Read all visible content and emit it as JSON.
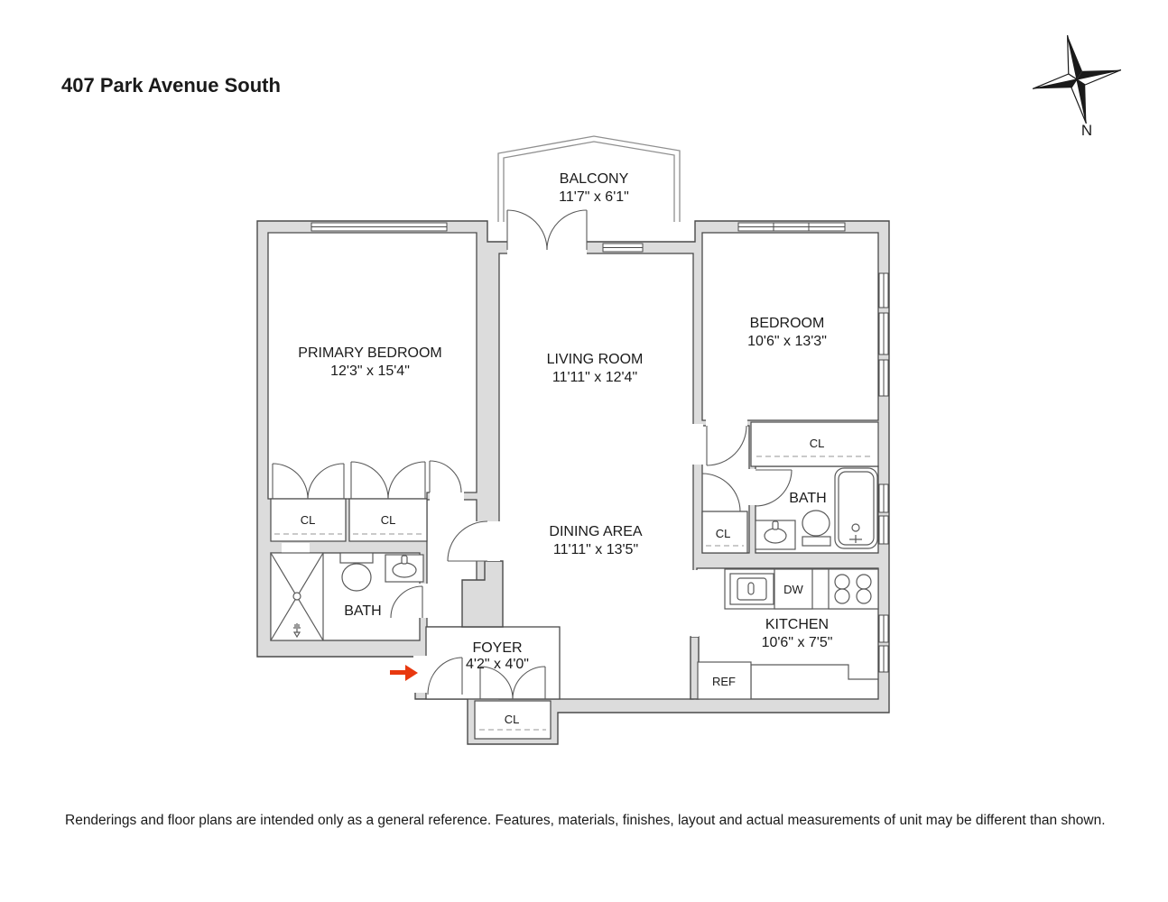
{
  "page": {
    "title": "407 Park Avenue South",
    "compass": {
      "label": "N"
    },
    "disclaimer": "Renderings and floor plans are intended only as a general reference. Features, materials, finishes, layout and actual measurements of unit may be different than shown."
  },
  "rooms": {
    "balcony": {
      "name": "BALCONY",
      "dims": "11'7\" x 6'1\""
    },
    "primary_bedroom": {
      "name": "PRIMARY BEDROOM",
      "dims": "12'3\" x 15'4\""
    },
    "living_room": {
      "name": "LIVING ROOM",
      "dims": "11'11\" x 12'4\""
    },
    "bedroom": {
      "name": "BEDROOM",
      "dims": "10'6\" x 13'3\""
    },
    "dining_area": {
      "name": "DINING AREA",
      "dims": "11'11\" x 13'5\""
    },
    "kitchen": {
      "name": "KITCHEN",
      "dims": "10'6\" x 7'5\""
    },
    "foyer": {
      "name": "FOYER",
      "dims": "4'2\" x 4'0\""
    },
    "bath_primary": {
      "name": "BATH"
    },
    "bath_second": {
      "name": "BATH"
    }
  },
  "labels": {
    "closet": "CL",
    "dishwasher": "DW",
    "refrigerator": "REF"
  },
  "colors": {
    "wall_fill": "#dcdcdc",
    "wall_line": "#4a4a4a",
    "fixture_line": "#5a5a5a",
    "text": "#1a1a1a",
    "entry_arrow": "#e8380f",
    "compass_fill": "#1a1a1a"
  }
}
